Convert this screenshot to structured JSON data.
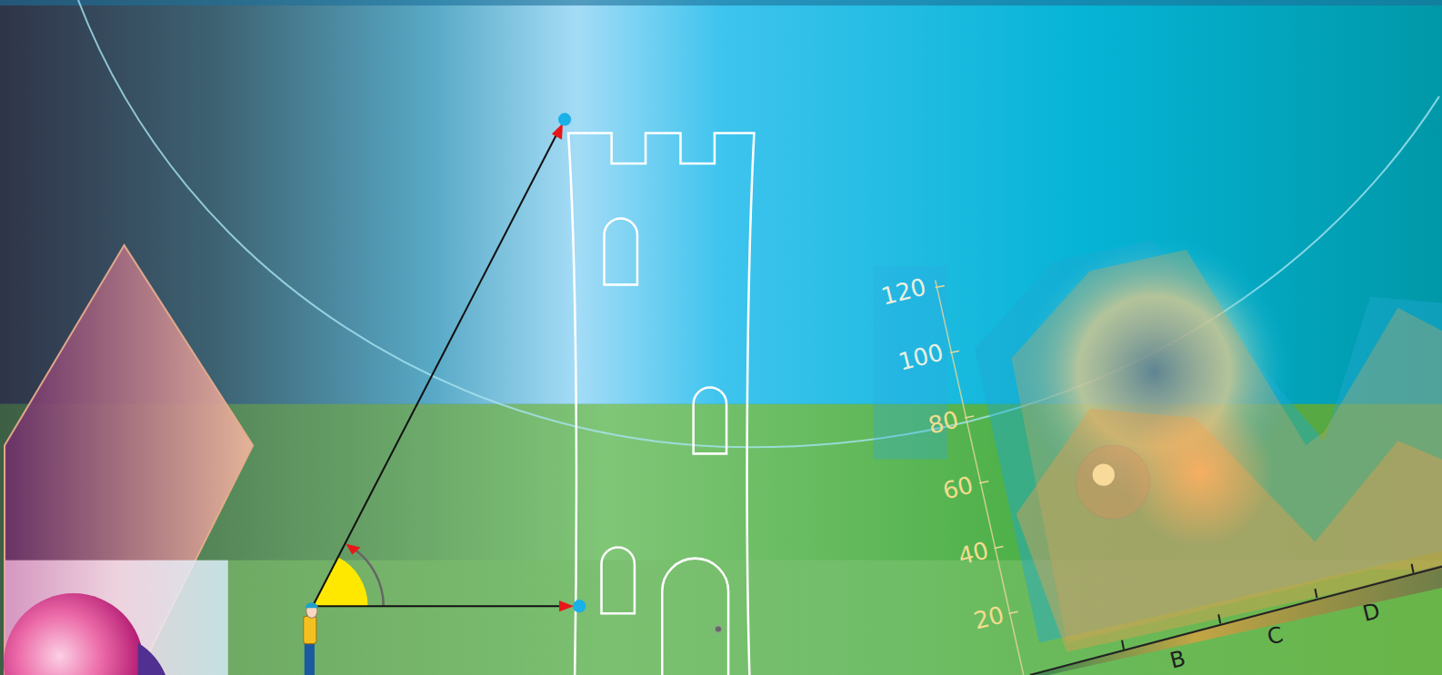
{
  "diagram": {
    "labels": [
      "120",
      "100",
      "80",
      "60",
      "40",
      "20",
      "B",
      "C",
      "D"
    ]
  }
}
